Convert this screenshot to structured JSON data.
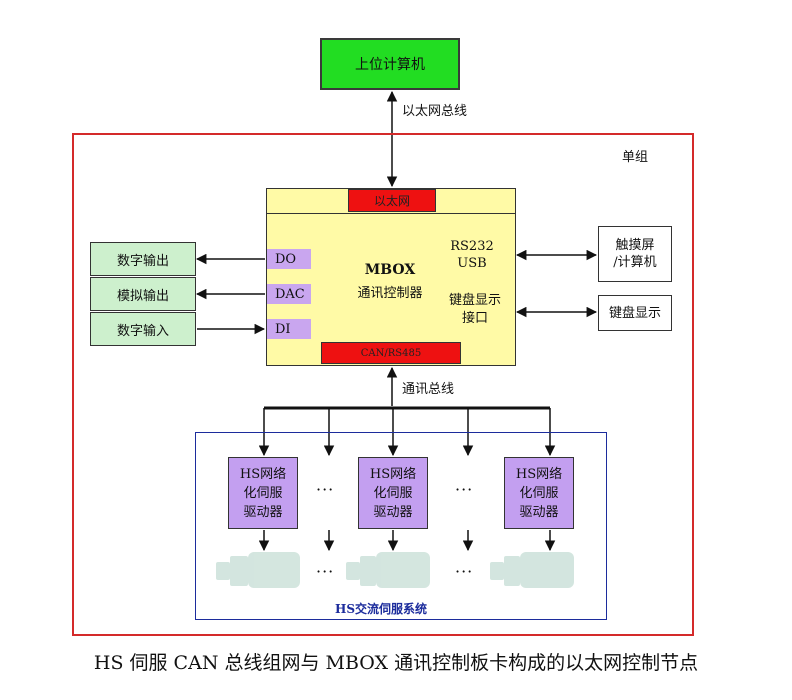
{
  "host": {
    "label": "上位计算机"
  },
  "ethernet_bus_label": "以太网总线",
  "group_label": "单组",
  "mbox": {
    "ethernet_port": "以太网",
    "title": "MBOX",
    "subtitle": "通讯控制器",
    "rs232": "RS232",
    "usb": "USB",
    "keypad_interface_line1": "键盘显示",
    "keypad_interface_line2": "接口",
    "do_port": "DO",
    "dac_port": "DAC",
    "di_port": "DI",
    "can_port": "CAN/RS485"
  },
  "io": {
    "digital_output": "数字输出",
    "analog_output": "模拟输出",
    "digital_input": "数字输入"
  },
  "touchscreen": {
    "line1": "触摸屏",
    "line2": "/计算机"
  },
  "keypad_display": {
    "label": "键盘显示"
  },
  "comm_bus_label": "通讯总线",
  "drives": [
    {
      "line1": "HS网络",
      "line2": "化伺服",
      "line3": "驱动器"
    },
    {
      "line1": "HS网络",
      "line2": "化伺服",
      "line3": "驱动器"
    },
    {
      "line1": "HS网络",
      "line2": "化伺服",
      "line3": "驱动器"
    }
  ],
  "ellipsis": "···",
  "hs_system_label": "HS交流伺服系统",
  "caption": "HS 伺服 CAN 总线组网与 MBOX 通讯控制板卡构成的以太网控制节点"
}
